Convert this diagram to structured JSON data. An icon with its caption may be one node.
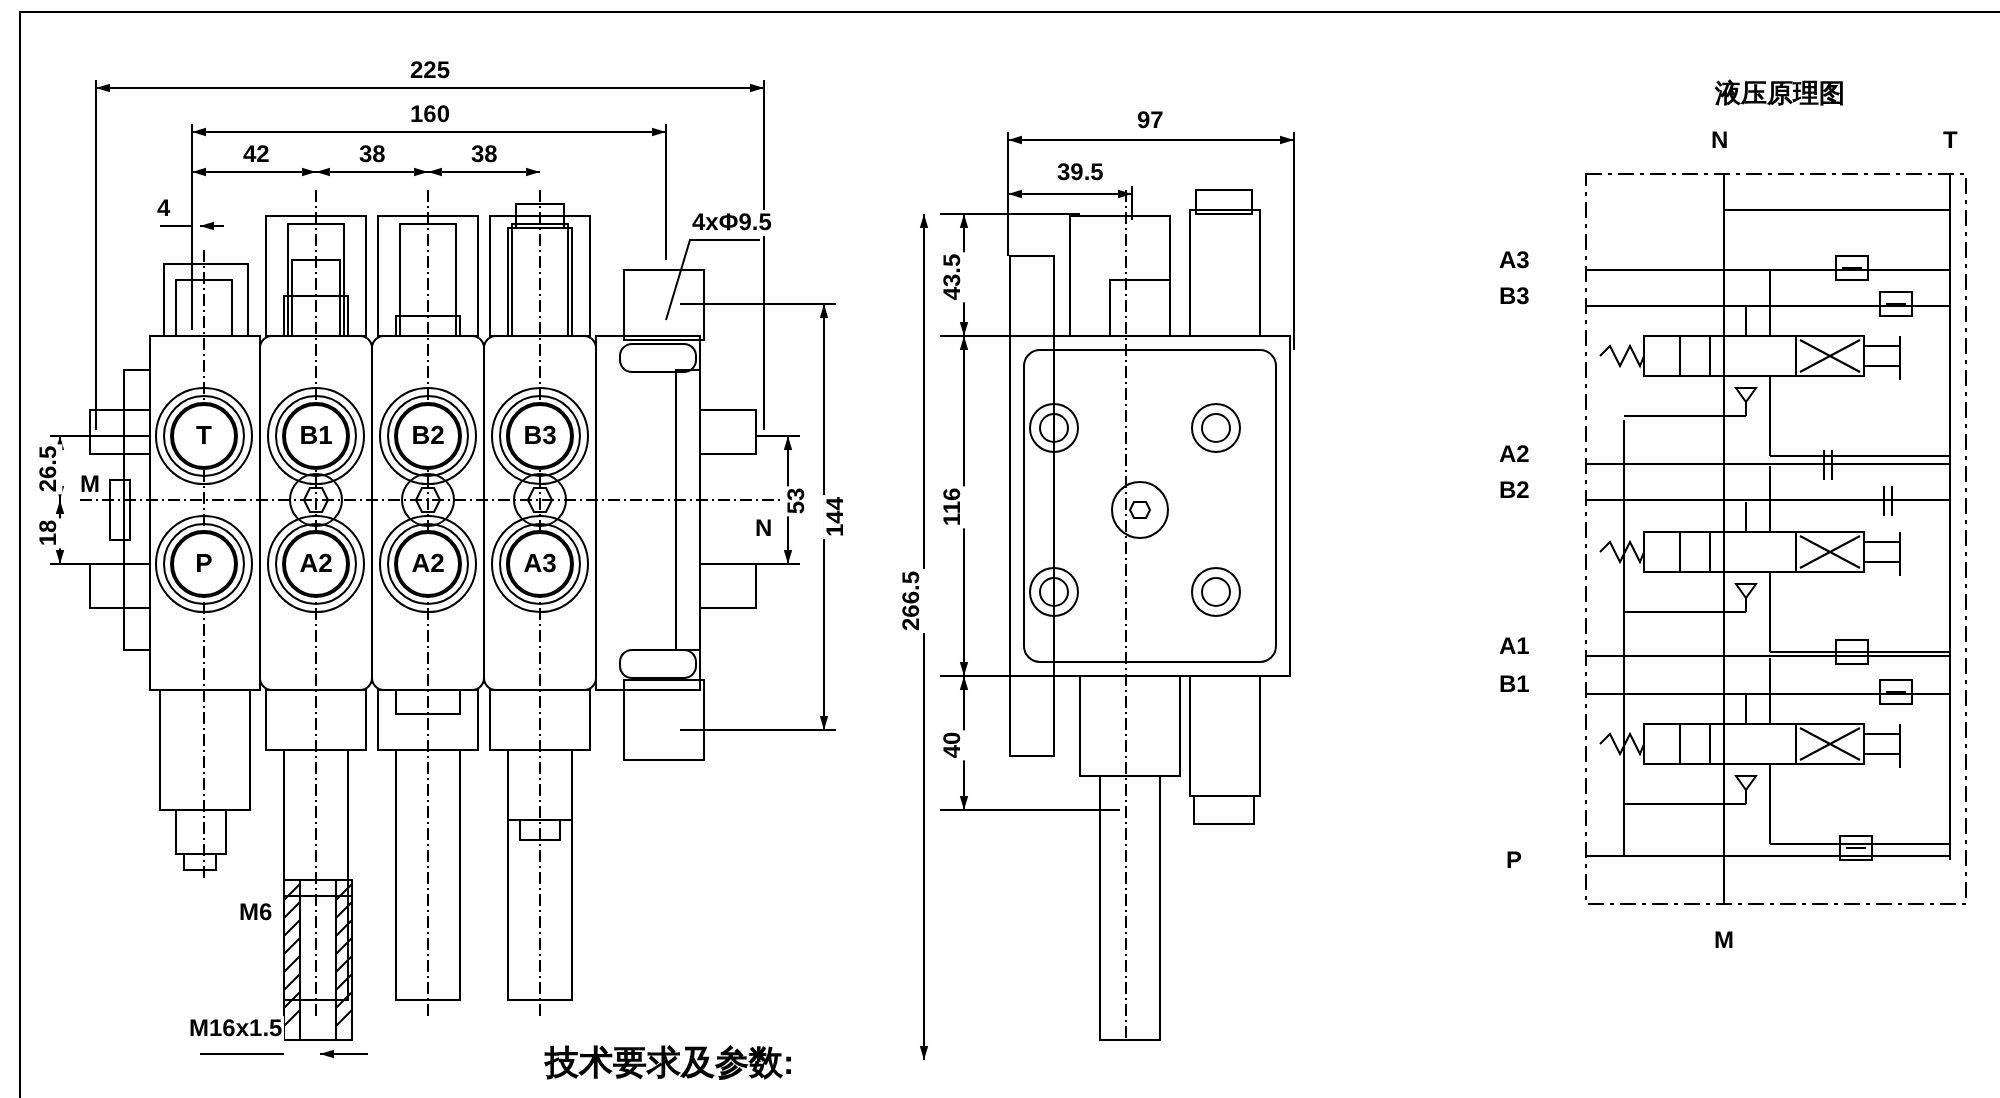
{
  "diagram": {
    "nodes": [
      {
        "text": [
          "T"
        ]
      },
      {
        "text": [
          "B1"
        ]
      },
      {
        "text": [
          "B2"
        ]
      },
      {
        "text": [
          "B3"
        ]
      },
      {
        "text": [
          "P"
        ]
      },
      {
        "text": [
          "A2"
        ]
      },
      {
        "text": [
          "A2"
        ]
      },
      {
        "text": [
          "A3"
        ]
      }
    ],
    "labels": [
      "225",
      "160",
      "42",
      "38",
      "38",
      "4",
      "4xΦ9.5",
      "26.5",
      "M",
      "18",
      "53",
      "N",
      "144",
      "M6",
      "M16x1.5",
      "技术要求及参数:",
      "97",
      "39.5",
      "43.5",
      "116",
      "266.5",
      "40",
      "液压原理图",
      "N",
      "T",
      "A3",
      "B3",
      "A2",
      "B2",
      "A1",
      "B1",
      "P",
      "M"
    ]
  }
}
